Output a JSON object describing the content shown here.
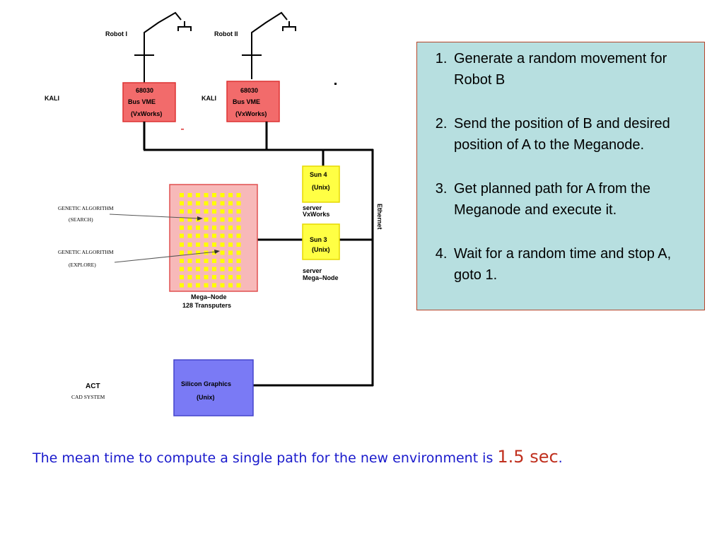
{
  "diagram": {
    "robots": [
      {
        "label": "Robot I"
      },
      {
        "label": "Robot II"
      }
    ],
    "vme_boxes": [
      {
        "line1": "68030",
        "line2": "Bus VME",
        "line3": "(VxWorks)",
        "fill": "#f26b6b"
      },
      {
        "line1": "68030",
        "line2": "Bus VME",
        "line3": "(VxWorks)",
        "fill": "#f26b6b"
      }
    ],
    "kali_labels": [
      "KALI",
      "KALI"
    ],
    "sun4": {
      "line1": "Sun 4",
      "line2": "(Unix)",
      "caption1": "server",
      "caption2": "VxWorks",
      "fill": "#ffff44"
    },
    "sun3": {
      "line1": "Sun 3",
      "line2": "(Unix)",
      "caption1": "server",
      "caption2": "Mega–Node",
      "fill": "#ffff44"
    },
    "ethernet_label": "Ethernet",
    "meganode": {
      "caption1": "Mega–Node",
      "caption2": "128 Transputers",
      "fill": "#f7b9b9",
      "dot_color": "#ffff00"
    },
    "ga_search": {
      "line1": "GENETIC ALGORITHM",
      "line2": "(SEARCH)"
    },
    "ga_explore": {
      "line1": "GENETIC ALGORITHM",
      "line2": "(EXPLORE)"
    },
    "silicon": {
      "line1": "Silicon Graphics",
      "line2": "(Unix)",
      "fill": "#7a7af5"
    },
    "act": {
      "line1": "ACT",
      "line2": "CAD SYSTEM"
    }
  },
  "steps": [
    "Generate a random movement for Robot B",
    "Send the position of B and desired position of A to the Meganode.",
    "Get planned path for A from the Meganode and execute it.",
    "Wait for a random time and stop A, goto 1."
  ],
  "caption": {
    "text": "The mean time to compute a single path for the new environment is ",
    "highlight": "1.5 sec",
    "end": "."
  }
}
